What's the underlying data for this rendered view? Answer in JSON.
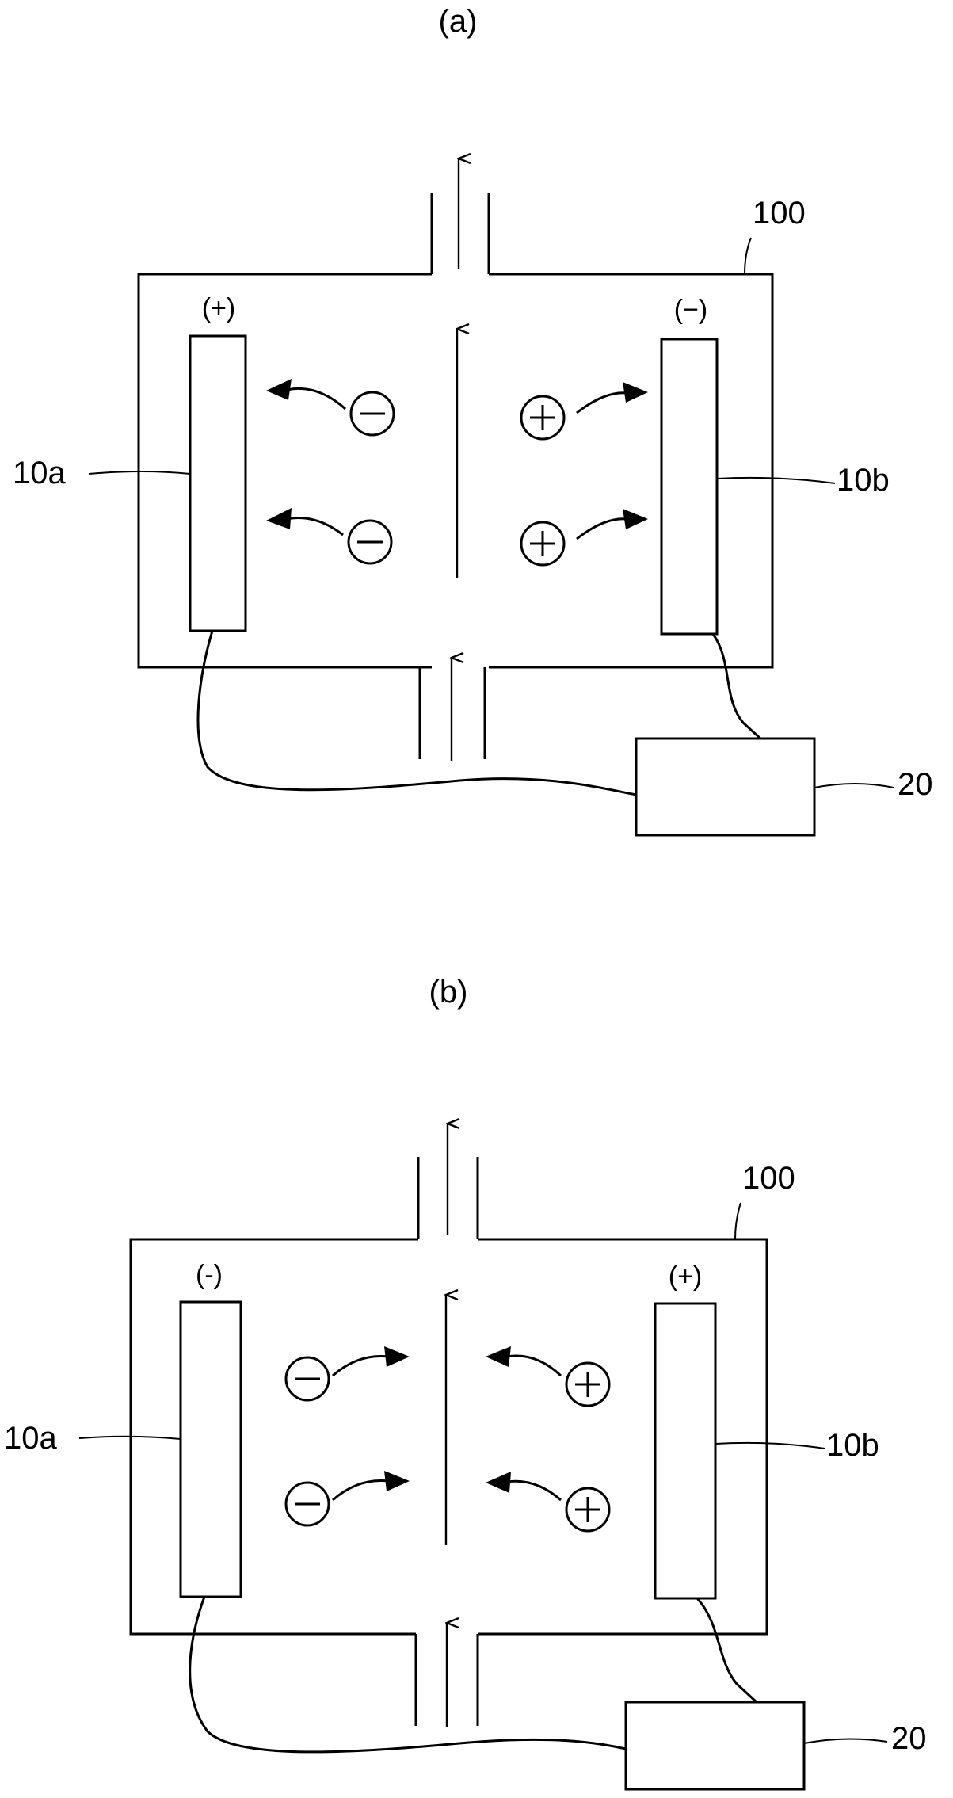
{
  "figures": [
    {
      "id": "a",
      "panel_label": "(a)",
      "chamber_ref": "100",
      "left_electrode": {
        "ref": "10a",
        "polarity_label": "(+)"
      },
      "right_electrode": {
        "ref": "10b",
        "polarity_label": "(−)"
      },
      "power_supply_ref": "20",
      "left_ions": [
        "−",
        "−"
      ],
      "right_ions": [
        "+",
        "+"
      ],
      "ion_motion": "toward-electrodes"
    },
    {
      "id": "b",
      "panel_label": "(b)",
      "chamber_ref": "100",
      "left_electrode": {
        "ref": "10a",
        "polarity_label": "(-)"
      },
      "right_electrode": {
        "ref": "10b",
        "polarity_label": "(+)"
      },
      "power_supply_ref": "20",
      "left_ions": [
        "−",
        "−"
      ],
      "right_ions": [
        "+",
        "+"
      ],
      "ion_motion": "toward-center"
    }
  ],
  "colors": {
    "ink": "#000000",
    "background": "#ffffff"
  }
}
